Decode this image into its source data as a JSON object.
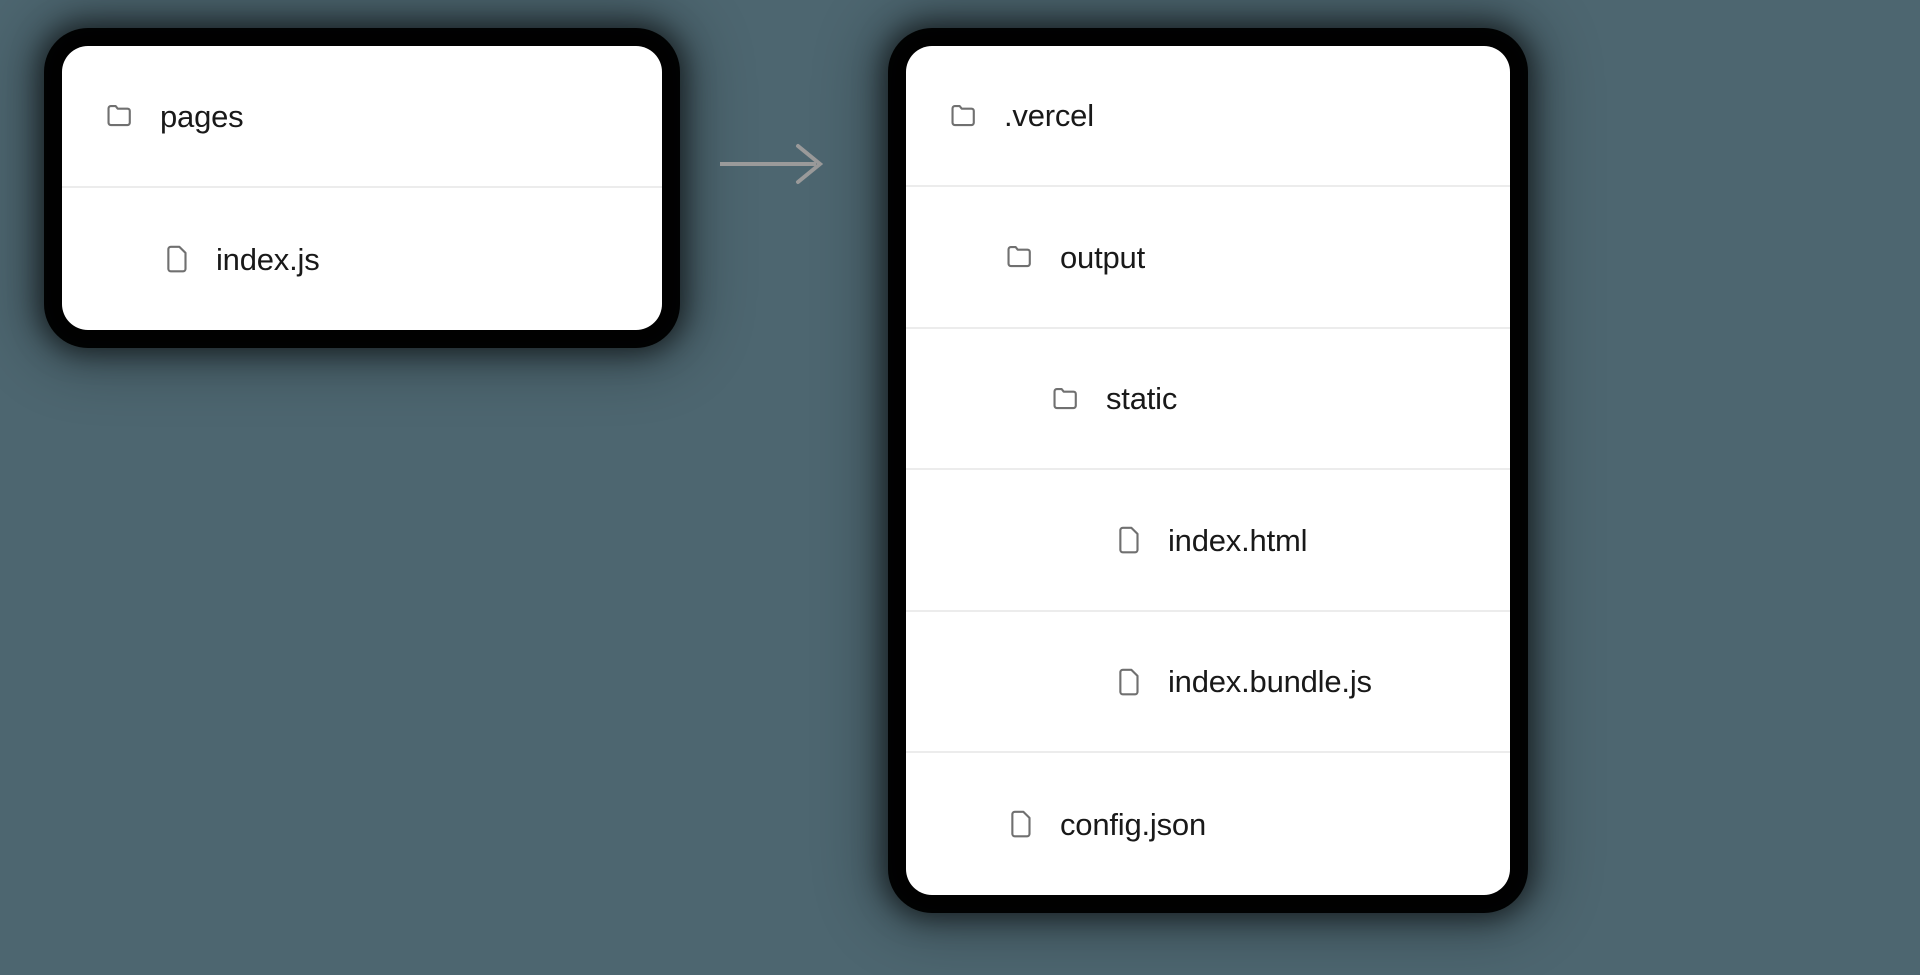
{
  "canvas": {
    "background_color": "#4d6670",
    "card_background": "#ffffff",
    "divider_color": "#ececec",
    "text_color": "#191919",
    "icon_color": "#707070",
    "arrow_color": "#9a9a9a"
  },
  "source_card": {
    "name": "source-file-tree",
    "rows": [
      {
        "icon": "folder-icon",
        "label": "pages",
        "indent": 0,
        "type": "folder"
      },
      {
        "icon": "file-icon",
        "label": "index.js",
        "indent": 1,
        "type": "file"
      }
    ]
  },
  "arrow": {
    "name": "transform-arrow",
    "direction": "right"
  },
  "output_card": {
    "name": "output-file-tree",
    "rows": [
      {
        "icon": "folder-icon",
        "label": ".vercel",
        "indent": 0,
        "type": "folder"
      },
      {
        "icon": "folder-icon",
        "label": "output",
        "indent": 1,
        "type": "folder"
      },
      {
        "icon": "folder-icon",
        "label": "static",
        "indent": 2,
        "type": "folder"
      },
      {
        "icon": "file-icon",
        "label": "index.html",
        "indent": 3,
        "type": "file"
      },
      {
        "icon": "file-icon",
        "label": "index.bundle.js",
        "indent": 3,
        "type": "file"
      },
      {
        "icon": "file-icon",
        "label": "config.json",
        "indent": 1,
        "type": "file"
      }
    ]
  }
}
